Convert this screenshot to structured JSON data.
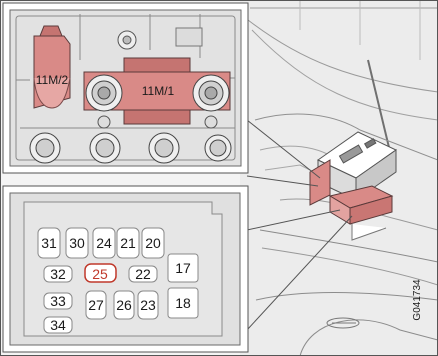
{
  "labels": {
    "fuse_11m2": "11M/2",
    "fuse_11m1": "11M/1",
    "fuse_31": "31",
    "fuse_30": "30",
    "fuse_24": "24",
    "fuse_21": "21",
    "fuse_20": "20",
    "fuse_32": "32",
    "fuse_25": "25",
    "fuse_22": "22",
    "fuse_17": "17",
    "fuse_33": "33",
    "fuse_27": "27",
    "fuse_26": "26",
    "fuse_23": "23",
    "fuse_18": "18",
    "fuse_34": "34",
    "figure_code": "G041734"
  },
  "colors": {
    "highlight": "#d98a87",
    "highlight_text": "#c0392b",
    "frame": "#555555"
  }
}
